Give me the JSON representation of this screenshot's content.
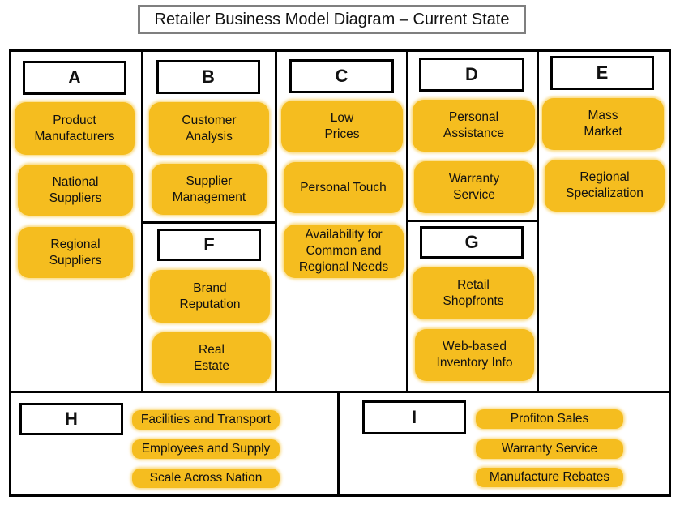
{
  "title": "Retailer Business Model Diagram – Current State",
  "colors": {
    "item_fill": "#f5bd1f",
    "frame": "#000000",
    "title_border": "#7f7f7f"
  },
  "sections": {
    "A": {
      "label": "A",
      "items": [
        "Product\nManufacturers",
        "National\nSuppliers",
        "Regional\nSuppliers"
      ]
    },
    "B": {
      "label": "B",
      "items": [
        "Customer\nAnalysis",
        "Supplier\nManagement"
      ]
    },
    "C": {
      "label": "C",
      "items": [
        "Low\nPrices",
        "Personal Touch",
        "Availability for\nCommon and\nRegional Needs"
      ]
    },
    "D": {
      "label": "D",
      "items": [
        "Personal\nAssistance",
        "Warranty\nService"
      ]
    },
    "E": {
      "label": "E",
      "items": [
        "Mass\nMarket",
        "Regional\nSpecialization"
      ]
    },
    "F": {
      "label": "F",
      "items": [
        "Brand\nReputation",
        "Real\nEstate"
      ]
    },
    "G": {
      "label": "G",
      "items": [
        "Retail\nShopfronts",
        "Web-based\nInventory Info"
      ]
    },
    "H": {
      "label": "H",
      "items": [
        "Facilities and Transport",
        "Employees and Supply",
        "Scale Across Nation"
      ]
    },
    "I": {
      "label": "I",
      "items": [
        "Profiton Sales",
        "Warranty Service",
        "Manufacture Rebates"
      ]
    }
  }
}
